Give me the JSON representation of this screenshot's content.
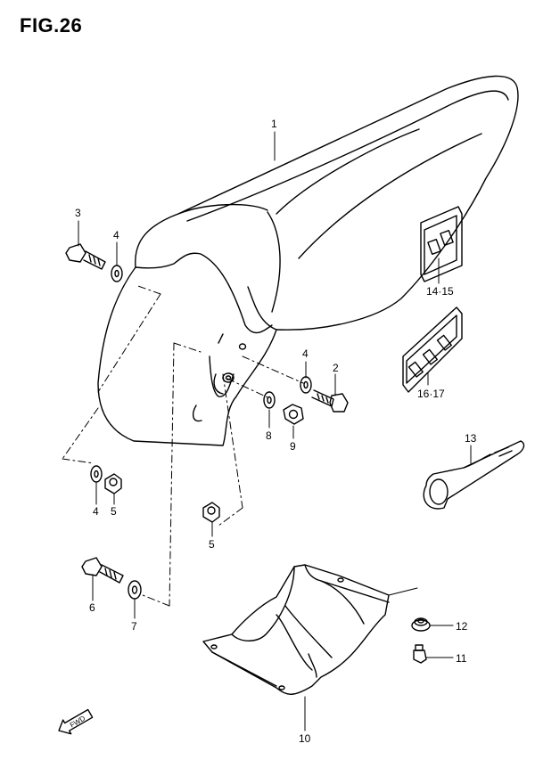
{
  "figure": {
    "title": "FIG.26",
    "fwd_label": "FWD"
  },
  "callouts": {
    "c1": "1",
    "c2": "2",
    "c3": "3",
    "c4a": "4",
    "c4b": "4",
    "c4c": "4",
    "c5a": "5",
    "c5b": "5",
    "c6": "6",
    "c7": "7",
    "c8": "8",
    "c9": "9",
    "c10": "10",
    "c11": "11",
    "c12": "12",
    "c13": "13",
    "c14_15": "14·15",
    "c16_17": "16·17"
  }
}
